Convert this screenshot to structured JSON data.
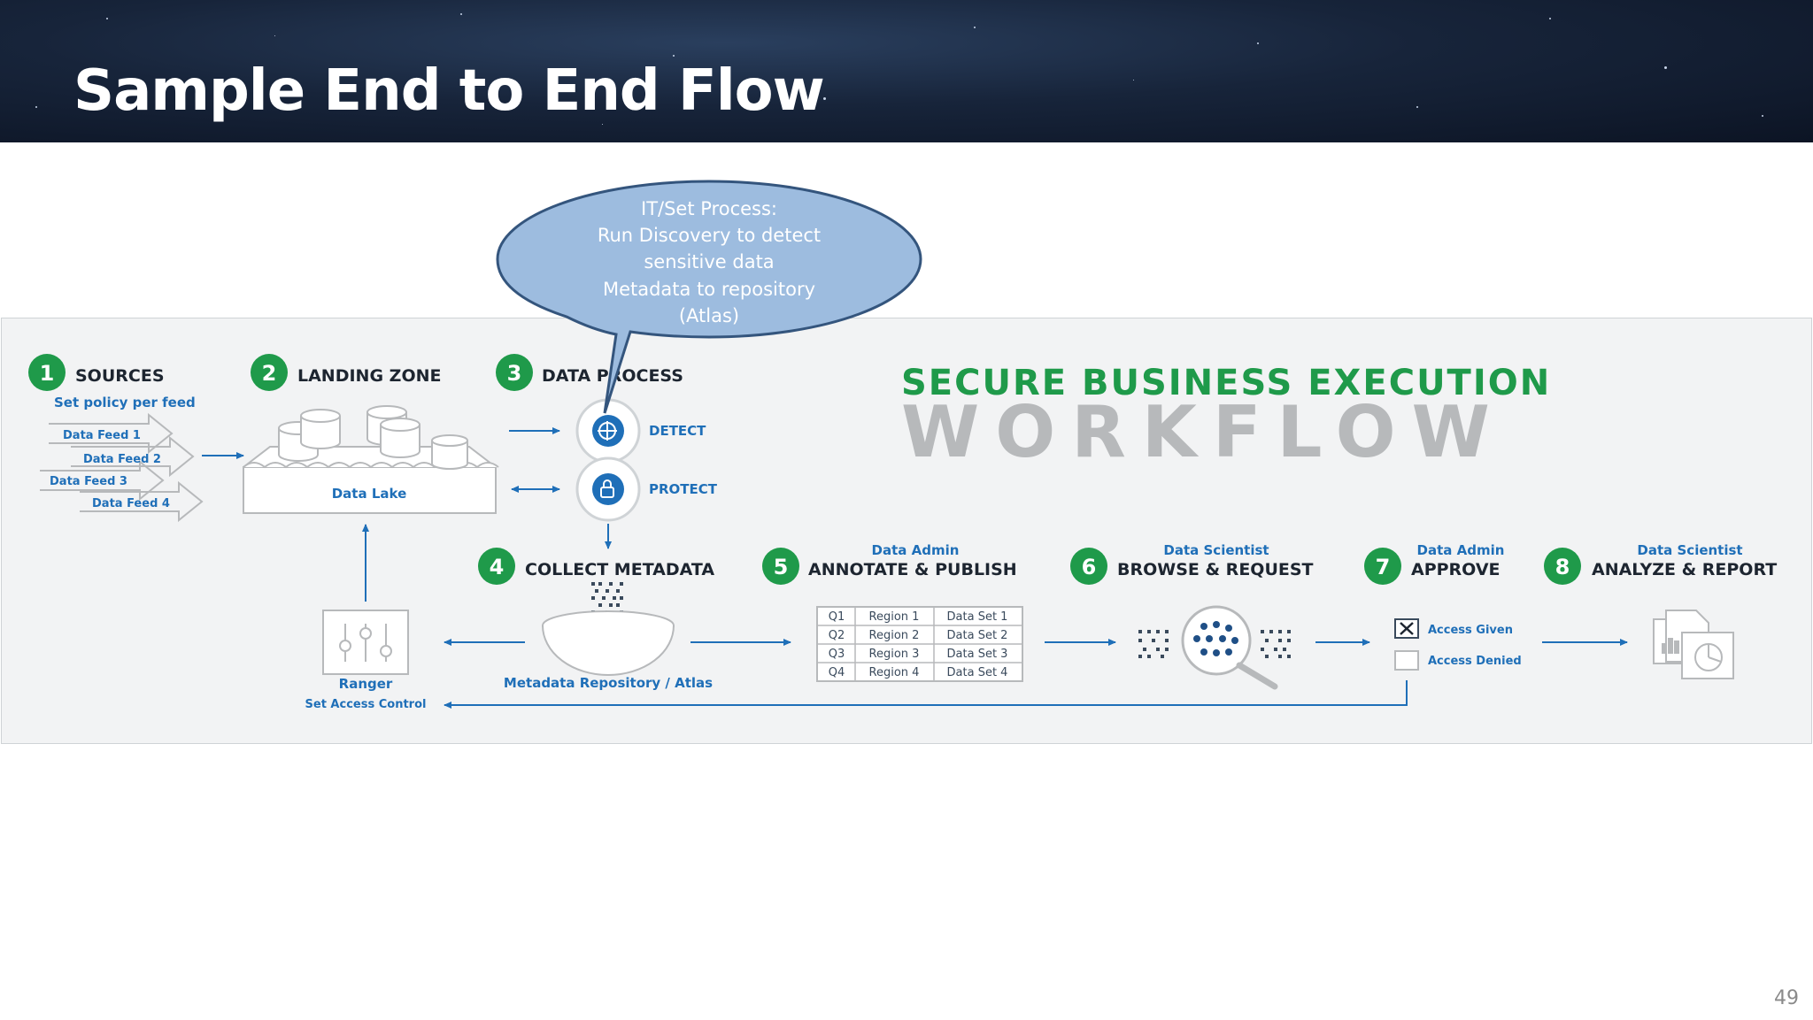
{
  "slide": {
    "title": "Sample End to End Flow",
    "page_number": "49"
  },
  "callout": {
    "lines": [
      "IT/Set Process:",
      "Run Discovery to detect",
      "sensitive data",
      "Metadata to repository",
      "(Atlas)"
    ]
  },
  "workflow": {
    "heading_top": "SECURE BUSINESS EXECUTION",
    "heading_bottom": "WORKFLOW"
  },
  "steps": [
    {
      "number": "1",
      "label": "SOURCES",
      "role": ""
    },
    {
      "number": "2",
      "label": "LANDING ZONE",
      "role": ""
    },
    {
      "number": "3",
      "label": "DATA PROCESS",
      "role": ""
    },
    {
      "number": "4",
      "label": "COLLECT METADATA",
      "role": ""
    },
    {
      "number": "5",
      "label": "ANNOTATE & PUBLISH",
      "role": "Data Admin"
    },
    {
      "number": "6",
      "label": "BROWSE & REQUEST",
      "role": "Data Scientist"
    },
    {
      "number": "7",
      "label": "APPROVE",
      "role": "Data Admin"
    },
    {
      "number": "8",
      "label": "ANALYZE & REPORT",
      "role": "Data Scientist"
    }
  ],
  "sources": {
    "policy_text": "Set policy per feed",
    "feeds": [
      "Data Feed 1",
      "Data Feed 2",
      "Data Feed 3",
      "Data Feed 4"
    ]
  },
  "landing_zone": {
    "label": "Data Lake"
  },
  "data_process": {
    "detect_label": "DETECT",
    "protect_label": "PROTECT"
  },
  "metadata": {
    "label": "Metadata Repository / Atlas"
  },
  "ranger": {
    "label": "Ranger",
    "sublabel": "Set Access Control"
  },
  "annotate_table": {
    "rows": [
      [
        "Q1",
        "Region 1",
        "Data Set 1"
      ],
      [
        "Q2",
        "Region 2",
        "Data Set 2"
      ],
      [
        "Q3",
        "Region 3",
        "Data Set 3"
      ],
      [
        "Q4",
        "Region 4",
        "Data Set 4"
      ]
    ]
  },
  "approve": {
    "given_label": "Access Given",
    "denied_label": "Access Denied",
    "given_checked": true
  },
  "colors": {
    "green": "#1f9a4a",
    "blue": "#1f6fb8",
    "dark": "#1d2530",
    "gray": "#b7b9bb",
    "callout_fill": "#9dbcdf",
    "callout_stroke": "#34557d"
  }
}
